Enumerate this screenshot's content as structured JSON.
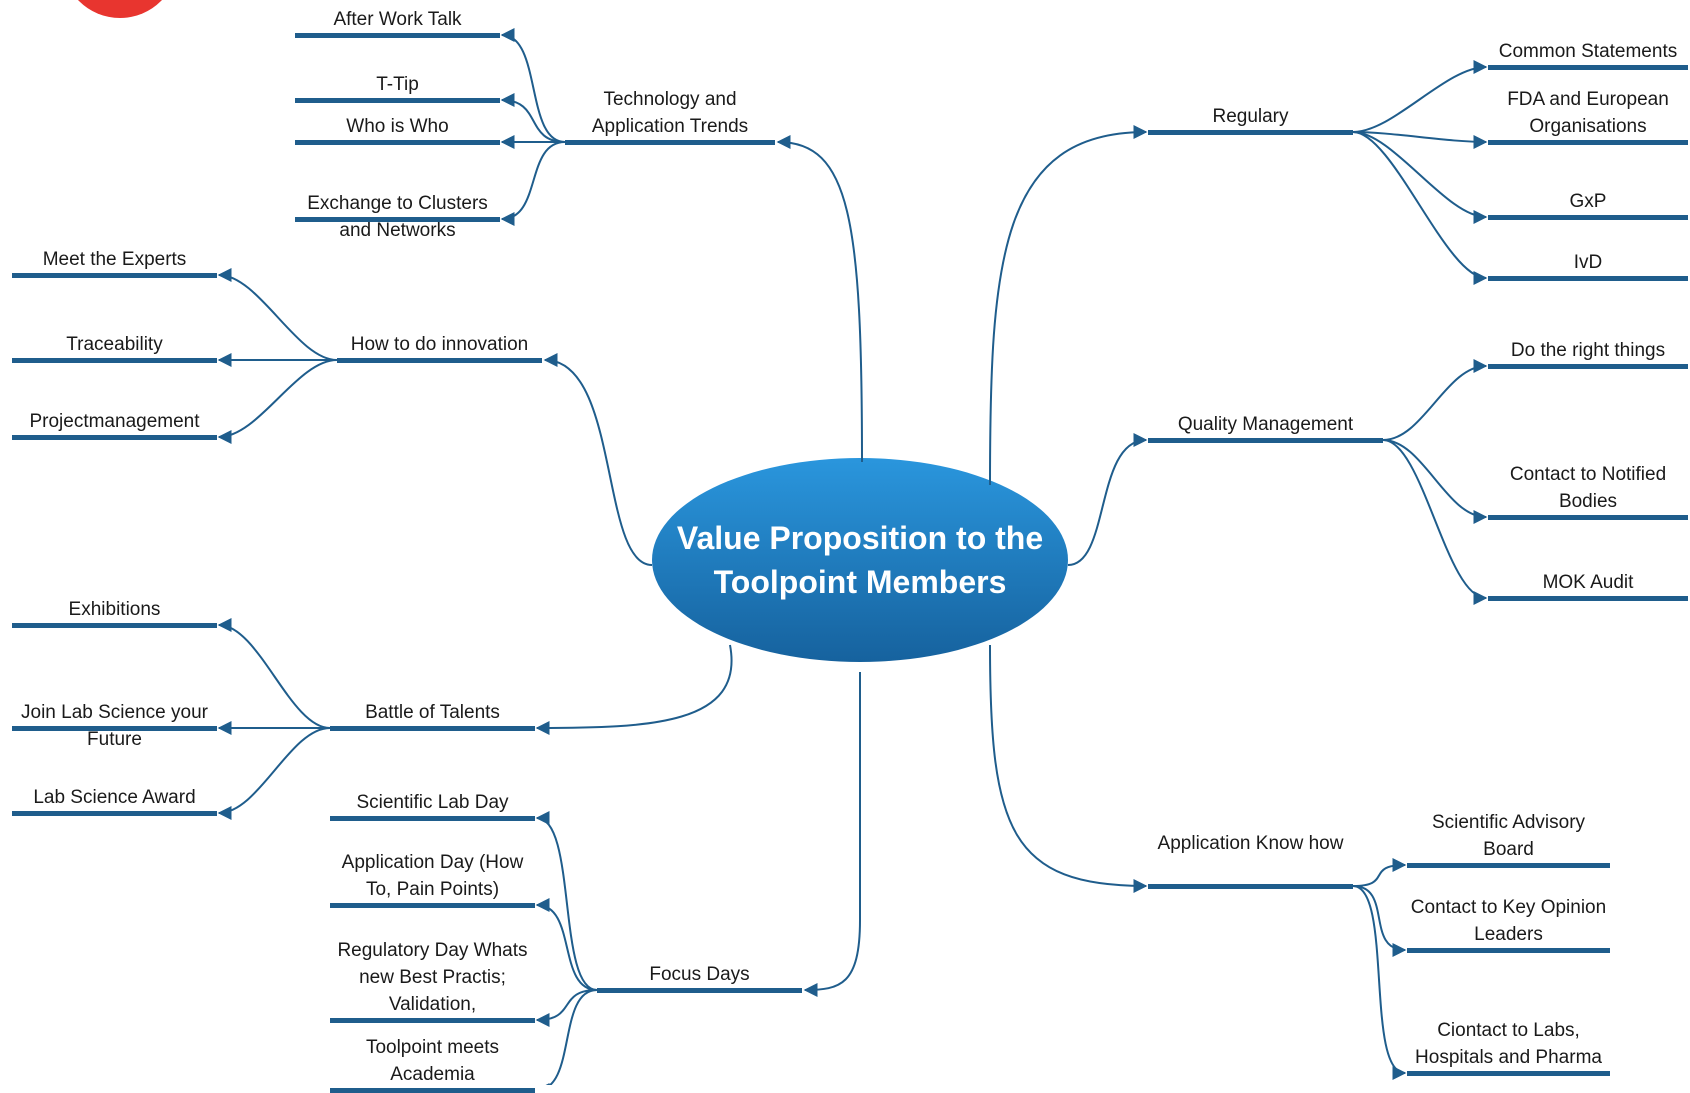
{
  "colors": {
    "connector": "#1f5d8c",
    "center_top": "#2a96dd",
    "center_bottom": "#16629e",
    "logo": "#e8352f"
  },
  "center": {
    "title": "Value Proposition to the Toolpoint Members"
  },
  "topics": {
    "tech": {
      "label": "Technology and Application Trends",
      "children": [
        "After Work Talk",
        "T-Tip",
        "Who is Who",
        "Exchange to Clusters and Networks"
      ]
    },
    "innovation": {
      "label": "How to do innovation",
      "children": [
        "Meet the Experts",
        "Traceability",
        "Projectmanagement"
      ]
    },
    "talents": {
      "label": "Battle of Talents",
      "children": [
        "Exhibitions",
        "Join Lab Science your Future",
        "Lab Science Award"
      ]
    },
    "focus": {
      "label": "Focus Days",
      "children": [
        "Scientific Lab Day",
        "Application Day (How To, Pain Points)",
        "Regulatory Day Whats new Best Practis; Validation,",
        "Toolpoint meets Academia"
      ]
    },
    "regulary": {
      "label": "Regulary",
      "children": [
        "Common Statements",
        "FDA and European Organisations",
        "GxP",
        "IvD"
      ]
    },
    "quality": {
      "label": "Quality Management",
      "children": [
        "Do the right things",
        "Contact to Notified Bodies",
        "MOK Audit"
      ]
    },
    "appknow": {
      "label": "Application Know how",
      "children": [
        "Scientific Advisory Board",
        "Contact to Key Opinion Leaders",
        "Ciontact to Labs, Hospitals and Pharma"
      ]
    }
  }
}
